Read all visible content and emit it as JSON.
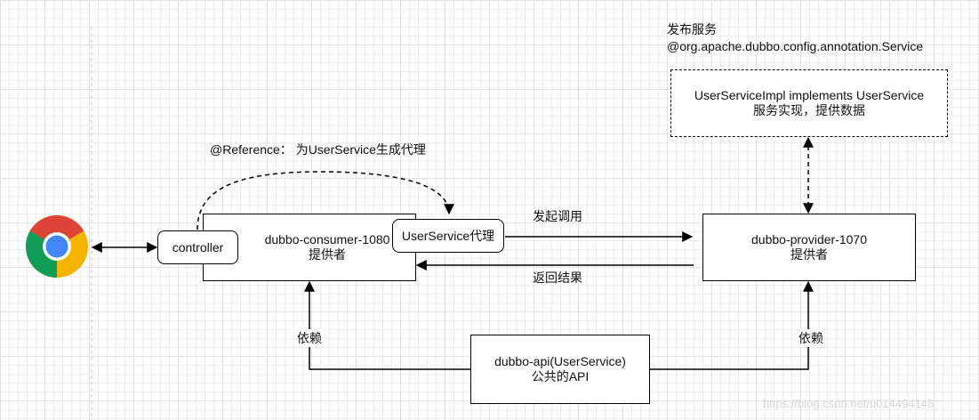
{
  "diagram": {
    "nodes": {
      "controller": {
        "label": "controller"
      },
      "consumer": {
        "line1": "dubbo-consumer-1080",
        "line2": "提供者"
      },
      "proxy": {
        "label": "UserService代理"
      },
      "provider": {
        "line1": "dubbo-provider-1070",
        "line2": "提供者"
      },
      "impl": {
        "line1": "UserServiceImpl implements UserService",
        "line2": "服务实现，提供数据"
      },
      "api": {
        "line1": "dubbo-api(UserService)",
        "line2": "公共的API"
      }
    },
    "labels": {
      "publish_title": "发布服务",
      "publish_annotation": "@org.apache.dubbo.config.annotation.Service",
      "reference": "@Reference：  为UserService生成代理",
      "invoke": "发起调用",
      "return_result": "返回结果",
      "depend_left": "依赖",
      "depend_right": "依赖"
    },
    "watermark": "https://blog.csdn.net/u014494148",
    "colors": {
      "stroke": "#000000",
      "chrome_red": "#DB4437",
      "chrome_yellow": "#F4B400",
      "chrome_green": "#0F9D58",
      "chrome_blue": "#4285F4"
    },
    "icons": {
      "browser": "chrome-icon"
    }
  }
}
